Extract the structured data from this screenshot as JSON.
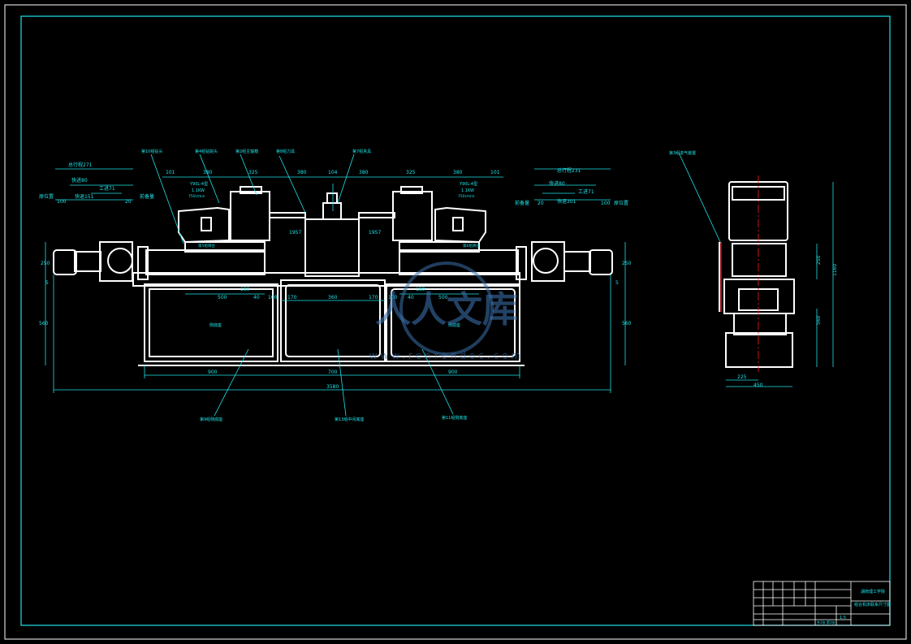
{
  "colors": {
    "background": "#000000",
    "frame": "#ffffff",
    "dimension": "#1ee3e8",
    "outline": "#ffffff",
    "center_line": "#ff2020",
    "watermark": "#3a6fa8"
  },
  "front_view": {
    "top_dims": [
      "101",
      "380",
      "325",
      "380",
      "104",
      "380",
      "325",
      "380",
      "101"
    ],
    "cycle_left": {
      "total": "总行程271",
      "fast_fwd": "快进80",
      "work_in": "工进71",
      "fast_back": "快退151",
      "orig": "原位置",
      "front": "前备量",
      "d_left": "100",
      "d_right": "20"
    },
    "cycle_right": {
      "total": "总行程231",
      "fast_fwd": "快进80",
      "work_in": "工进71",
      "fast_back": "快退301",
      "orig": "原位置",
      "front": "前备量",
      "d_left": "20",
      "d_right": "100"
    },
    "motor_left": {
      "l1": "Y90L-4型",
      "l2": "1.1KW",
      "l3": "750r/min"
    },
    "motor_right": {
      "l1": "Y90L-4型",
      "l2": "1.1KW",
      "l3": "750r/min"
    },
    "heights": {
      "left_top": "250",
      "left_small": "5",
      "left_base": "560",
      "right_top": "250",
      "right_small": "5",
      "right_base": "560"
    },
    "slide_dims": {
      "d1957_l": "1957",
      "d1957_r": "1957",
      "d180_l": "180",
      "d180_r": "180",
      "d500_l": "500",
      "d500_r": "500",
      "d40_l": "40",
      "d40_r": "40",
      "d100_l": "100",
      "d100_r": "100",
      "d170_l": "170",
      "d170_r": "170",
      "d360": "360"
    },
    "bottom_dims": {
      "a": "900",
      "b": "700",
      "c": "900",
      "total": "3580"
    },
    "bed_labels": {
      "left": "侧底座",
      "right": "侧底座"
    },
    "callouts": [
      "第10组钻头",
      "第4组钻削头",
      "第2组主轴箱",
      "第8组刀具",
      "第7组夹具",
      "第5组滑台",
      "第6组滑台"
    ],
    "bottom_callouts": [
      "第9组侧底座",
      "第13组中间底座",
      "第11组侧底座"
    ]
  },
  "side_view": {
    "callout": "第3组进气装置",
    "dims": {
      "h1160": "1160",
      "h250": "250",
      "h560": "560",
      "w225": "225",
      "w450": "450"
    }
  },
  "title_block": {
    "school": "湖南理工学院",
    "title": "组合机床联系尺寸图",
    "scale": "1:5",
    "sheet": "共1张 第1张"
  },
  "watermark": {
    "text_cn": "人人文库",
    "text_en": "www.renrendoc.com"
  }
}
